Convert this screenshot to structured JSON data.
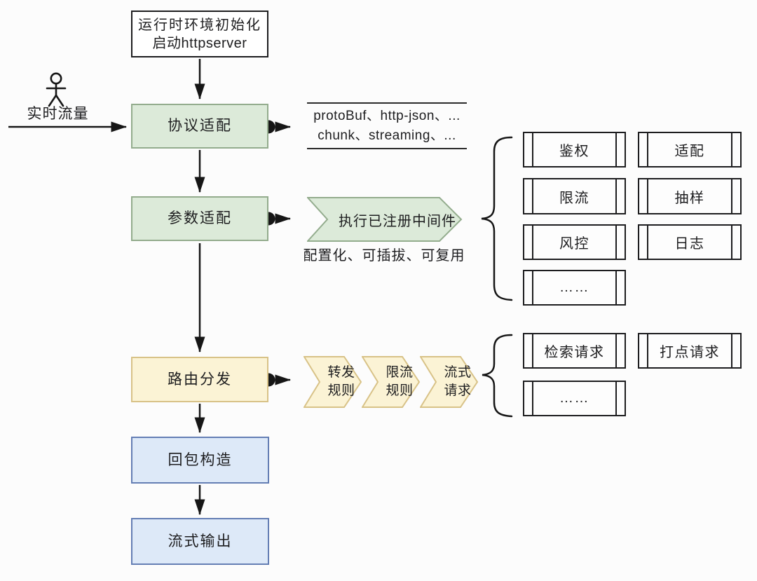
{
  "flow": {
    "init": {
      "line1": "运行时环境初始化",
      "line2": "启动httpserver"
    },
    "traffic": {
      "label": "实时流量"
    },
    "protocol": {
      "label": "协议适配",
      "note_line1": "protoBuf、http-json、...",
      "note_line2": "chunk、streaming、..."
    },
    "param": {
      "label": "参数适配",
      "middleware_arrow": "执行已注册中间件",
      "caption": "配置化、可插拔、可复用"
    },
    "route": {
      "label": "路由分发",
      "steps": [
        {
          "line1": "转发",
          "line2": "规则"
        },
        {
          "line1": "限流",
          "line2": "规则"
        },
        {
          "line1": "流式",
          "line2": "请求"
        }
      ]
    },
    "response": {
      "label": "回包构造"
    },
    "stream": {
      "label": "流式输出"
    }
  },
  "middleware_group": {
    "items": [
      "鉴权",
      "适配",
      "限流",
      "抽样",
      "风控",
      "日志",
      "……"
    ]
  },
  "request_group": {
    "items": [
      "检索请求",
      "打点请求",
      "……"
    ]
  },
  "colors": {
    "green_fill": "#dcead9",
    "green_border": "#93ac8d",
    "yellow_fill": "#fbf3d5",
    "yellow_border": "#d8c287",
    "blue_fill": "#dde9f8",
    "blue_border": "#647eb4",
    "box_border": "#1d1d1f",
    "connector": "#161616"
  }
}
